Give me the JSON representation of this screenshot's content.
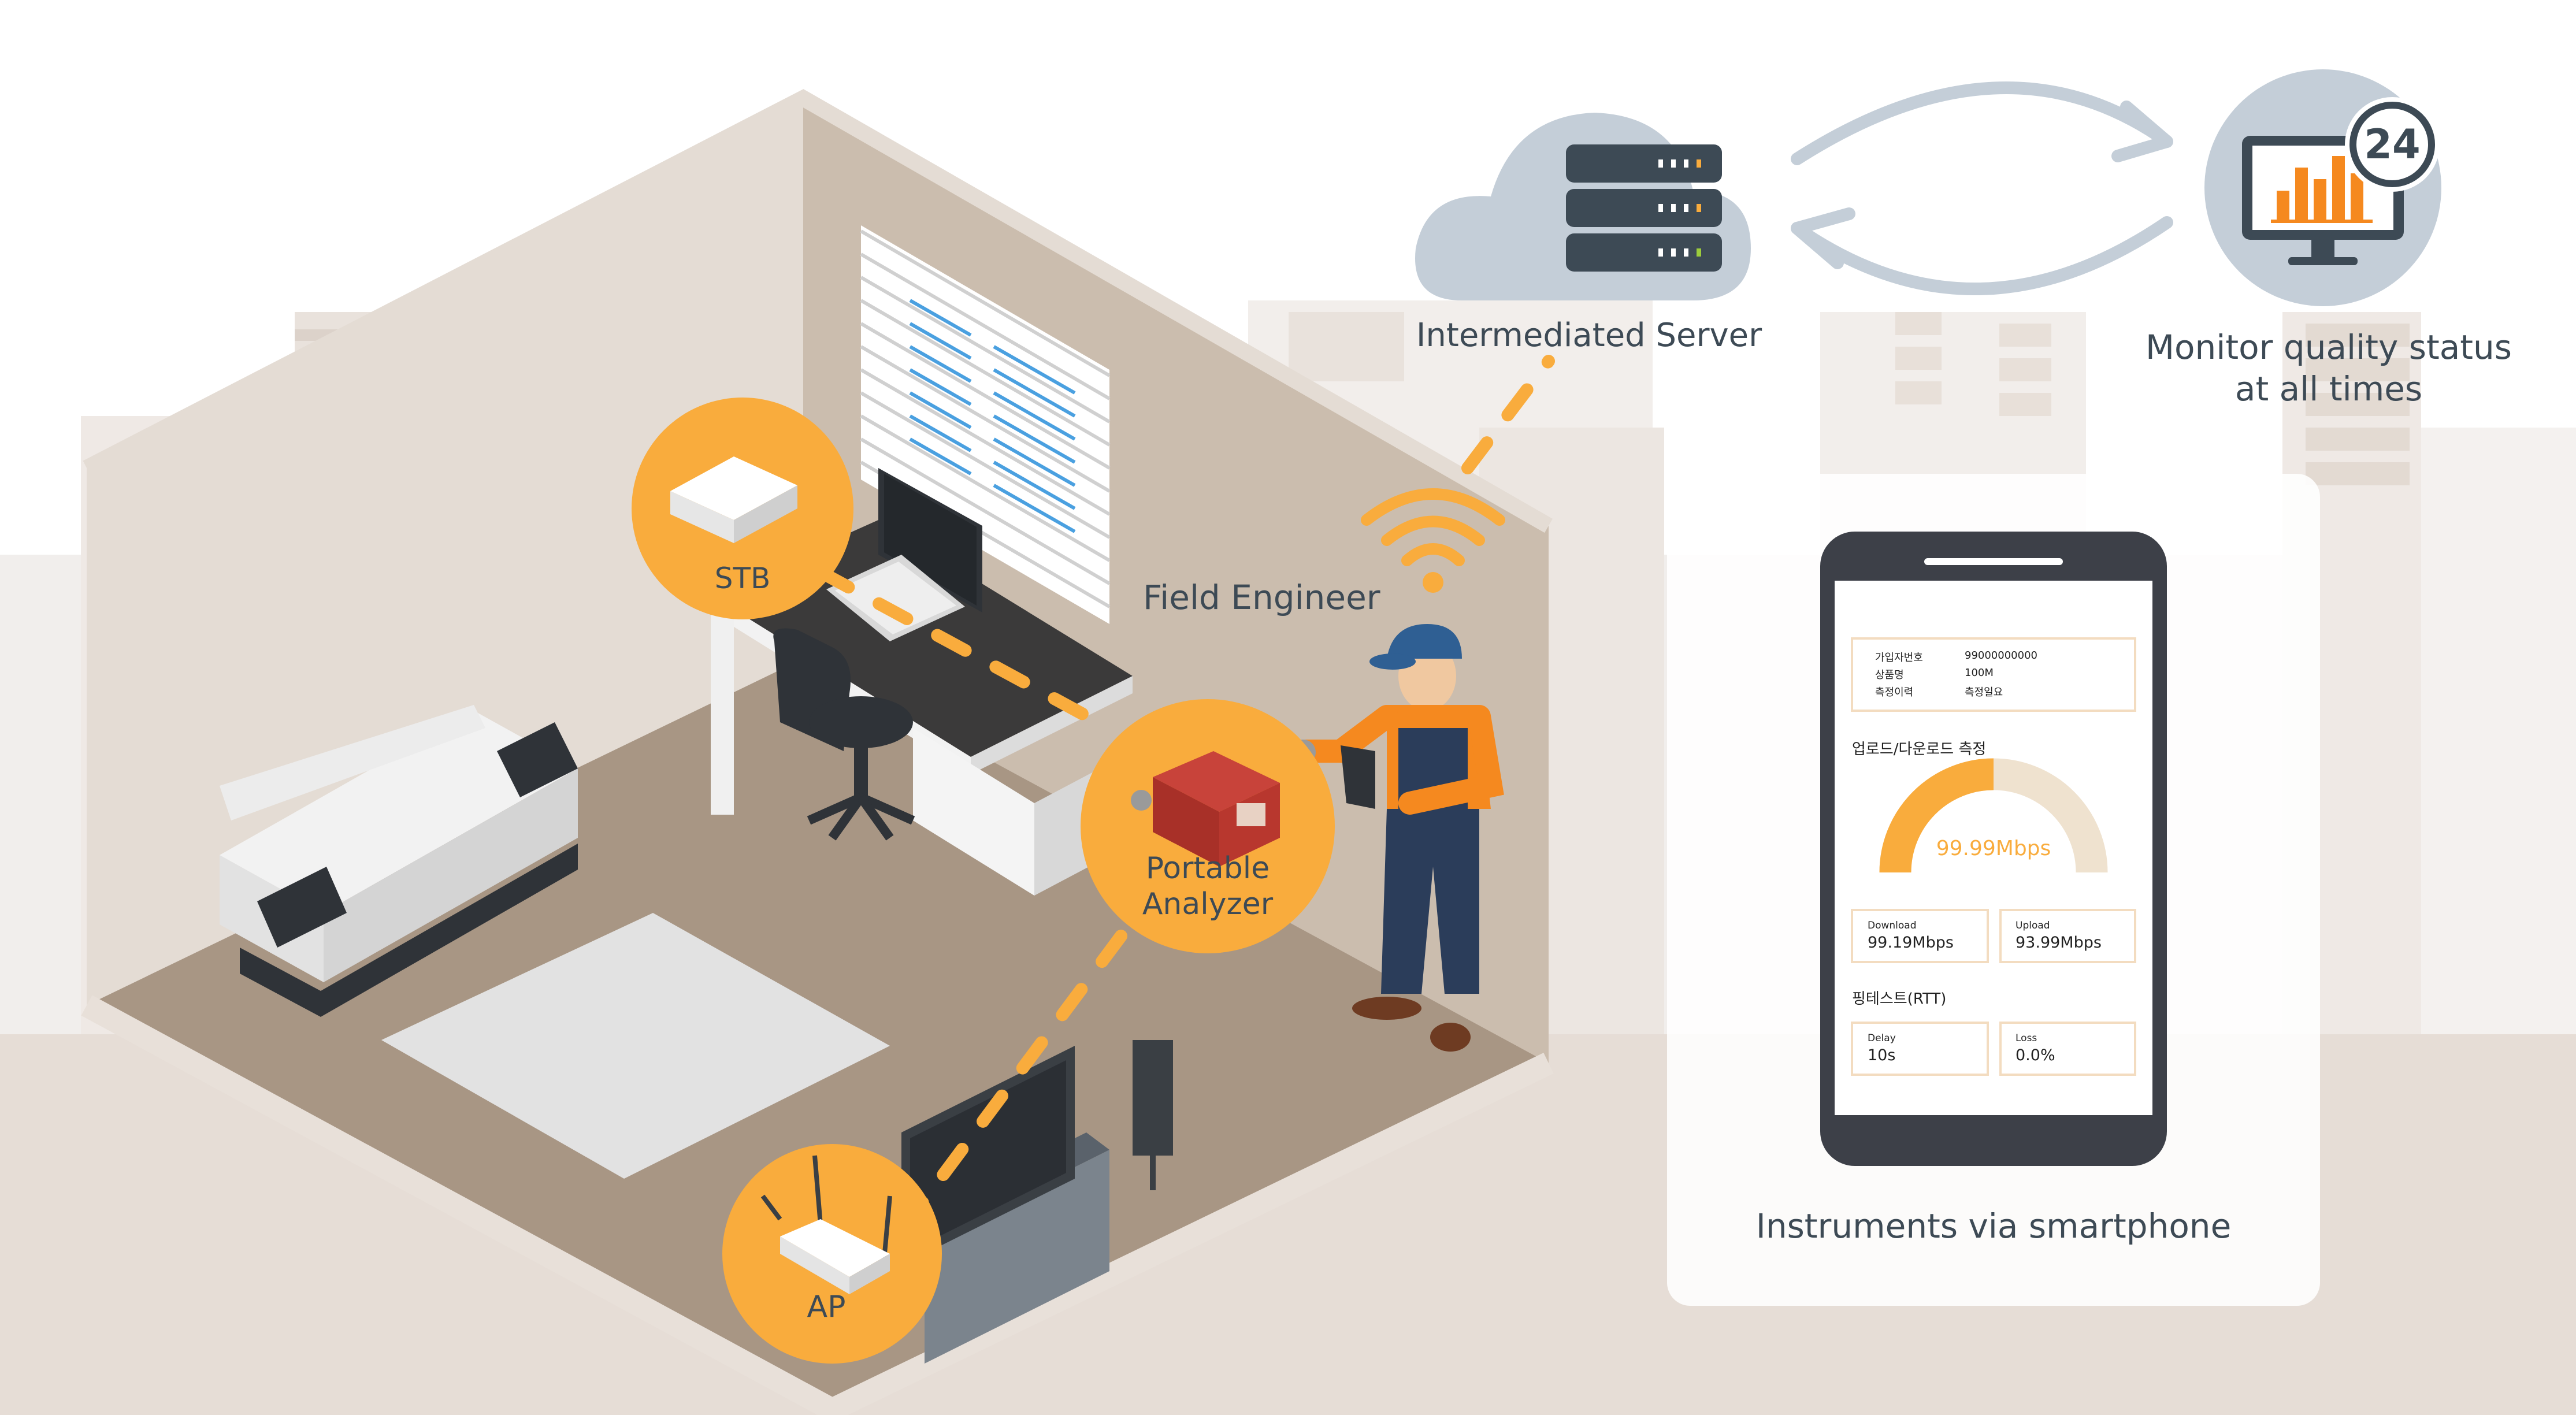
{
  "labels": {
    "server": "Intermediated Server",
    "monitor_line1": "Monitor quality status",
    "monitor_line2": "at all times",
    "monitor_badge": "24",
    "field_engineer": "Field Engineer",
    "stb": "STB",
    "analyzer_line1": "Portable",
    "analyzer_line2": "Analyzer",
    "ap": "AP",
    "smartphone": "Instruments via smartphone"
  },
  "phone": {
    "info": [
      {
        "key": "가입자번호",
        "value": "99000000000"
      },
      {
        "key": "상품명",
        "value": "100M"
      },
      {
        "key": "측정이력",
        "value": "측정일요"
      }
    ],
    "section_speed": "업로드/다운로드 측정",
    "gauge_value": "99.99Mbps",
    "gauge_fraction": 0.5,
    "download_label": "Download",
    "download_value": "99.19Mbps",
    "upload_label": "Upload",
    "upload_value": "93.99Mbps",
    "section_ping": "핑테스트(RTT)",
    "delay_label": "Delay",
    "delay_value": "10s",
    "loss_label": "Loss",
    "loss_value": "0.0%"
  },
  "colors": {
    "accent_orange": "#f9ac3d",
    "dark_slate": "#3d4a55",
    "server_cloud": "#c4ced8",
    "wall_back": "#cbbdae",
    "floor": "#a89684",
    "phone_body": "#3d4048"
  }
}
